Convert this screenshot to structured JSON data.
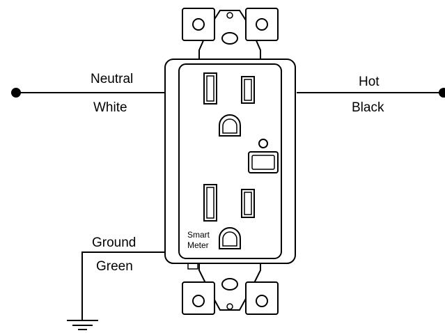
{
  "wires": {
    "neutral": {
      "name": "Neutral",
      "color": "White"
    },
    "hot": {
      "name": "Hot",
      "color": "Black"
    },
    "ground": {
      "name": "Ground",
      "color": "Green"
    }
  },
  "device": {
    "label_line1": "Smart",
    "label_line2": "Meter"
  },
  "colors": {
    "line": "#000000",
    "background": "#ffffff"
  }
}
